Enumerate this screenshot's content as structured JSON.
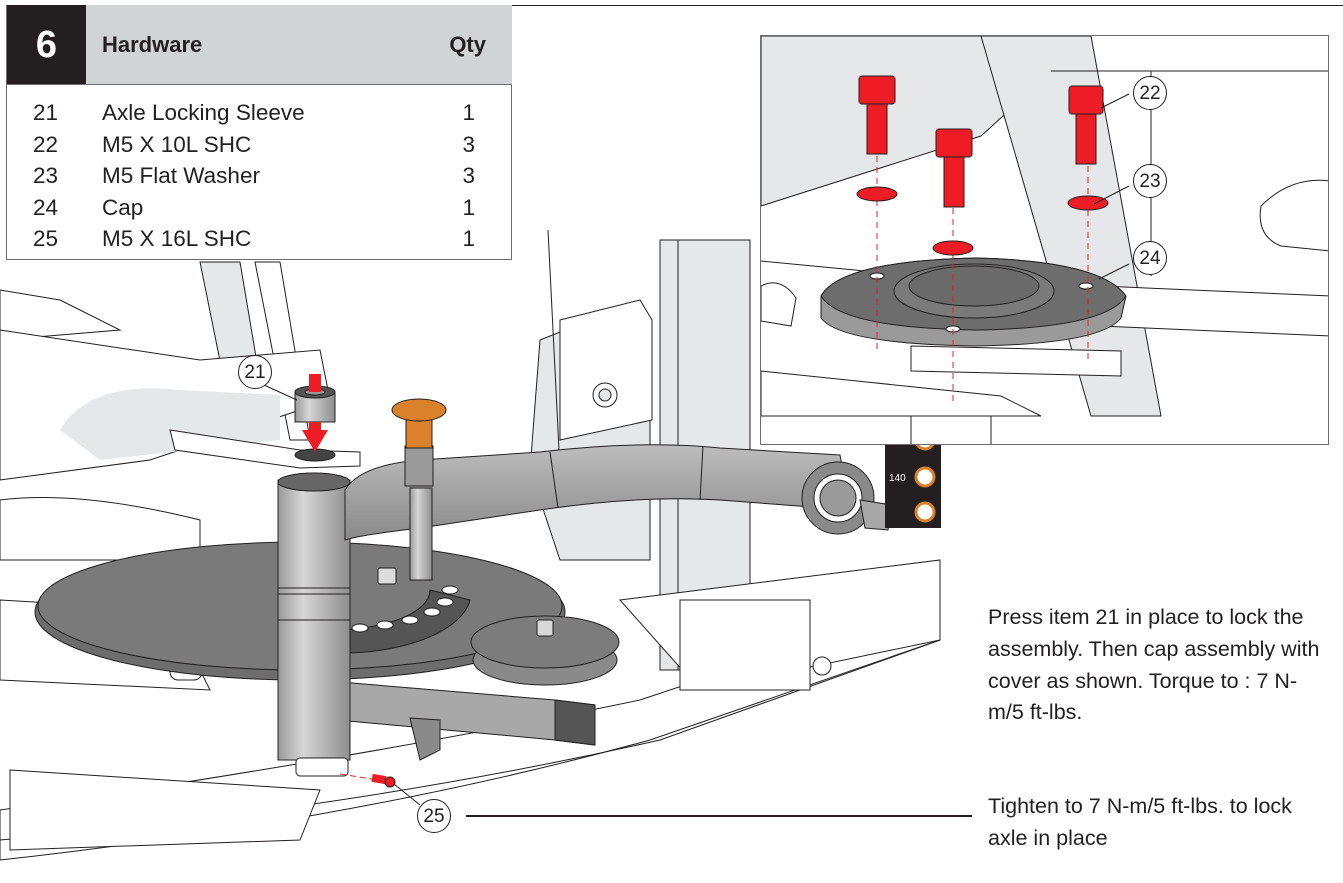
{
  "step": {
    "number": "6"
  },
  "hardware_table": {
    "title": "Hardware",
    "qty_header": "Qty",
    "rows": [
      {
        "item": "21",
        "description": "Axle Locking Sleeve",
        "qty": "1"
      },
      {
        "item": "22",
        "description": "M5 X 10L SHC",
        "qty": "3"
      },
      {
        "item": "23",
        "description": "M5 Flat Washer",
        "qty": "3"
      },
      {
        "item": "24",
        "description": "Cap",
        "qty": "1"
      },
      {
        "item": "25",
        "description": "M5 X 16L SHC",
        "qty": "1"
      }
    ]
  },
  "callouts": {
    "c21": "21",
    "c22": "22",
    "c23": "23",
    "c24": "24",
    "c25": "25"
  },
  "weight_label": "140",
  "notes": {
    "press_note": "Press item 21 in place to lock the assembly. Then cap assembly with cover as shown. Torque to : 7 N-m/5 ft-lbs.",
    "tighten_note": "Tighten to 7 N-m/5 ft-lbs. to lock axle in place"
  },
  "colors": {
    "hardware_red": "#ee1c25",
    "knob_orange": "#d9822b",
    "part_gray": "#8c8c8c",
    "frame_gray": "#e6e7e8",
    "header_gray": "#d1d3d4",
    "ink": "#231f20"
  }
}
